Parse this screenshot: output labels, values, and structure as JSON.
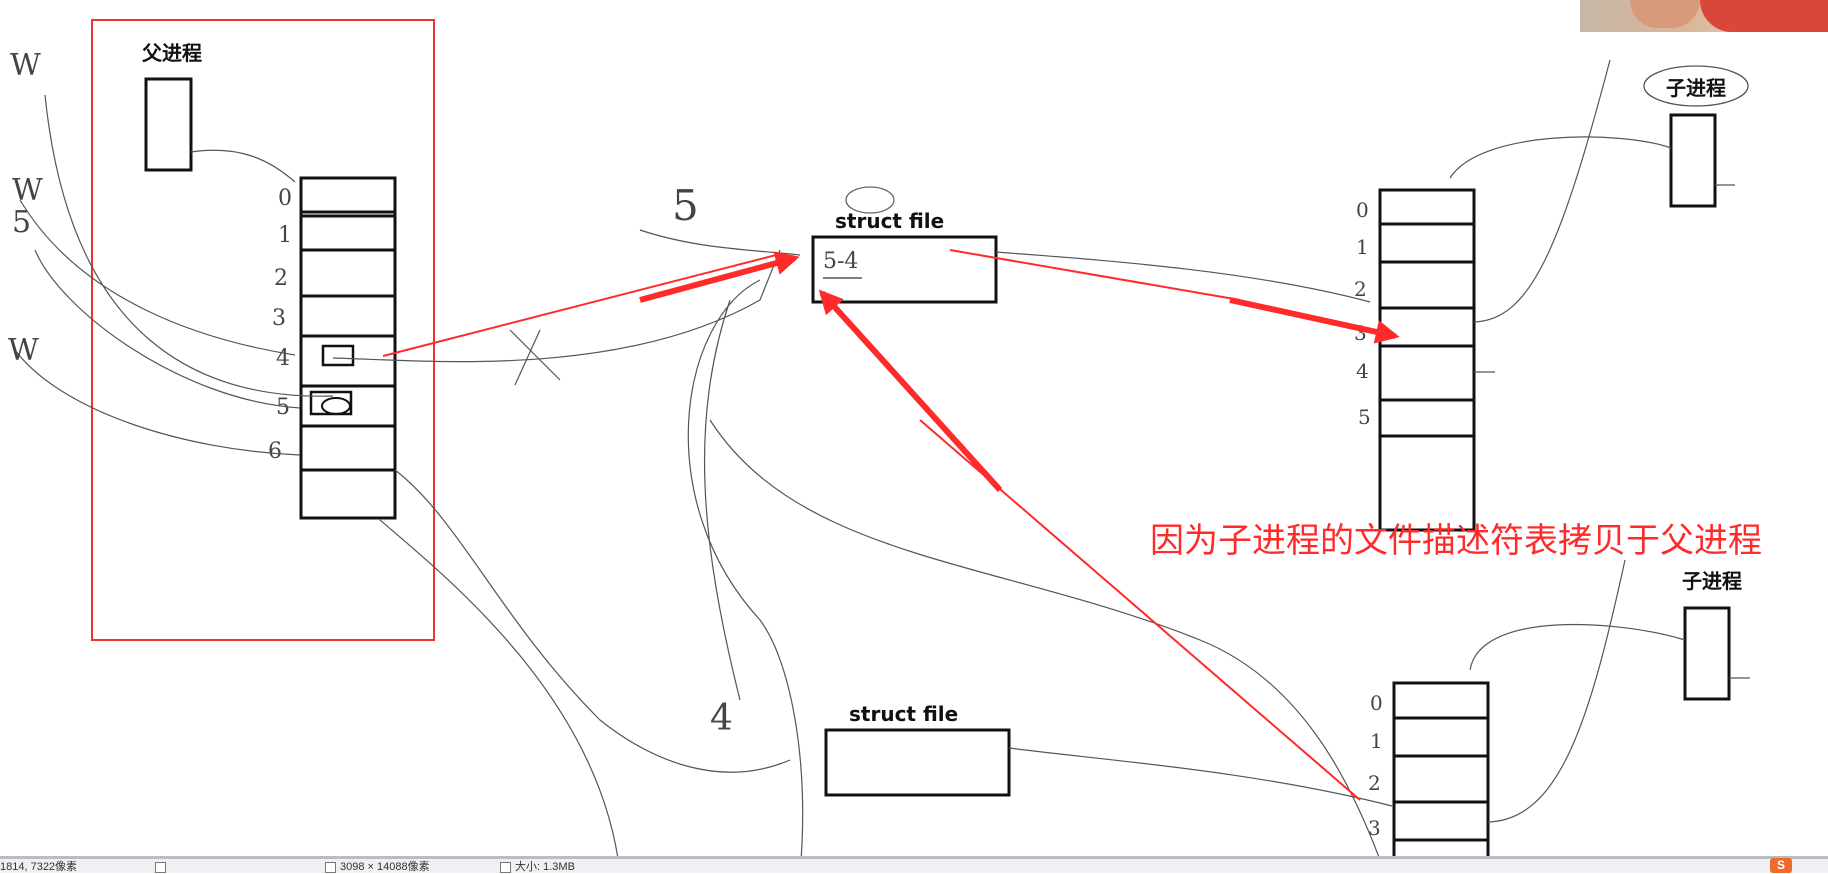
{
  "parent_process": {
    "label": "父进程"
  },
  "child_process_1": {
    "label": "子进程",
    "fd_indices": [
      "0",
      "1",
      "2",
      "3",
      "4",
      "5"
    ]
  },
  "child_process_2": {
    "label": "子进程",
    "fd_indices": [
      "0",
      "1",
      "2",
      "3"
    ]
  },
  "parent_fd_indices": [
    "0",
    "1",
    "2",
    "3",
    "4",
    "5",
    "6"
  ],
  "struct_file_1": {
    "label": "struct file",
    "note": "5-4"
  },
  "struct_file_2": {
    "label": "struct file"
  },
  "caption": "因为子进程的文件描述符表拷贝于父进程",
  "handwritten": {
    "w1": "W",
    "w2": "W",
    "w3": "W",
    "s1": "5",
    "n5": "5",
    "n4": "4"
  },
  "status_bar": {
    "seg1": "1814, 7322像素",
    "seg2": "",
    "seg3": "3098 × 14088像素",
    "seg4": "大小: 1.3MB"
  },
  "colors": {
    "red": "#ff2a2a",
    "frame_red": "#ee3333",
    "ink": "#111111",
    "pencil": "#555555"
  }
}
